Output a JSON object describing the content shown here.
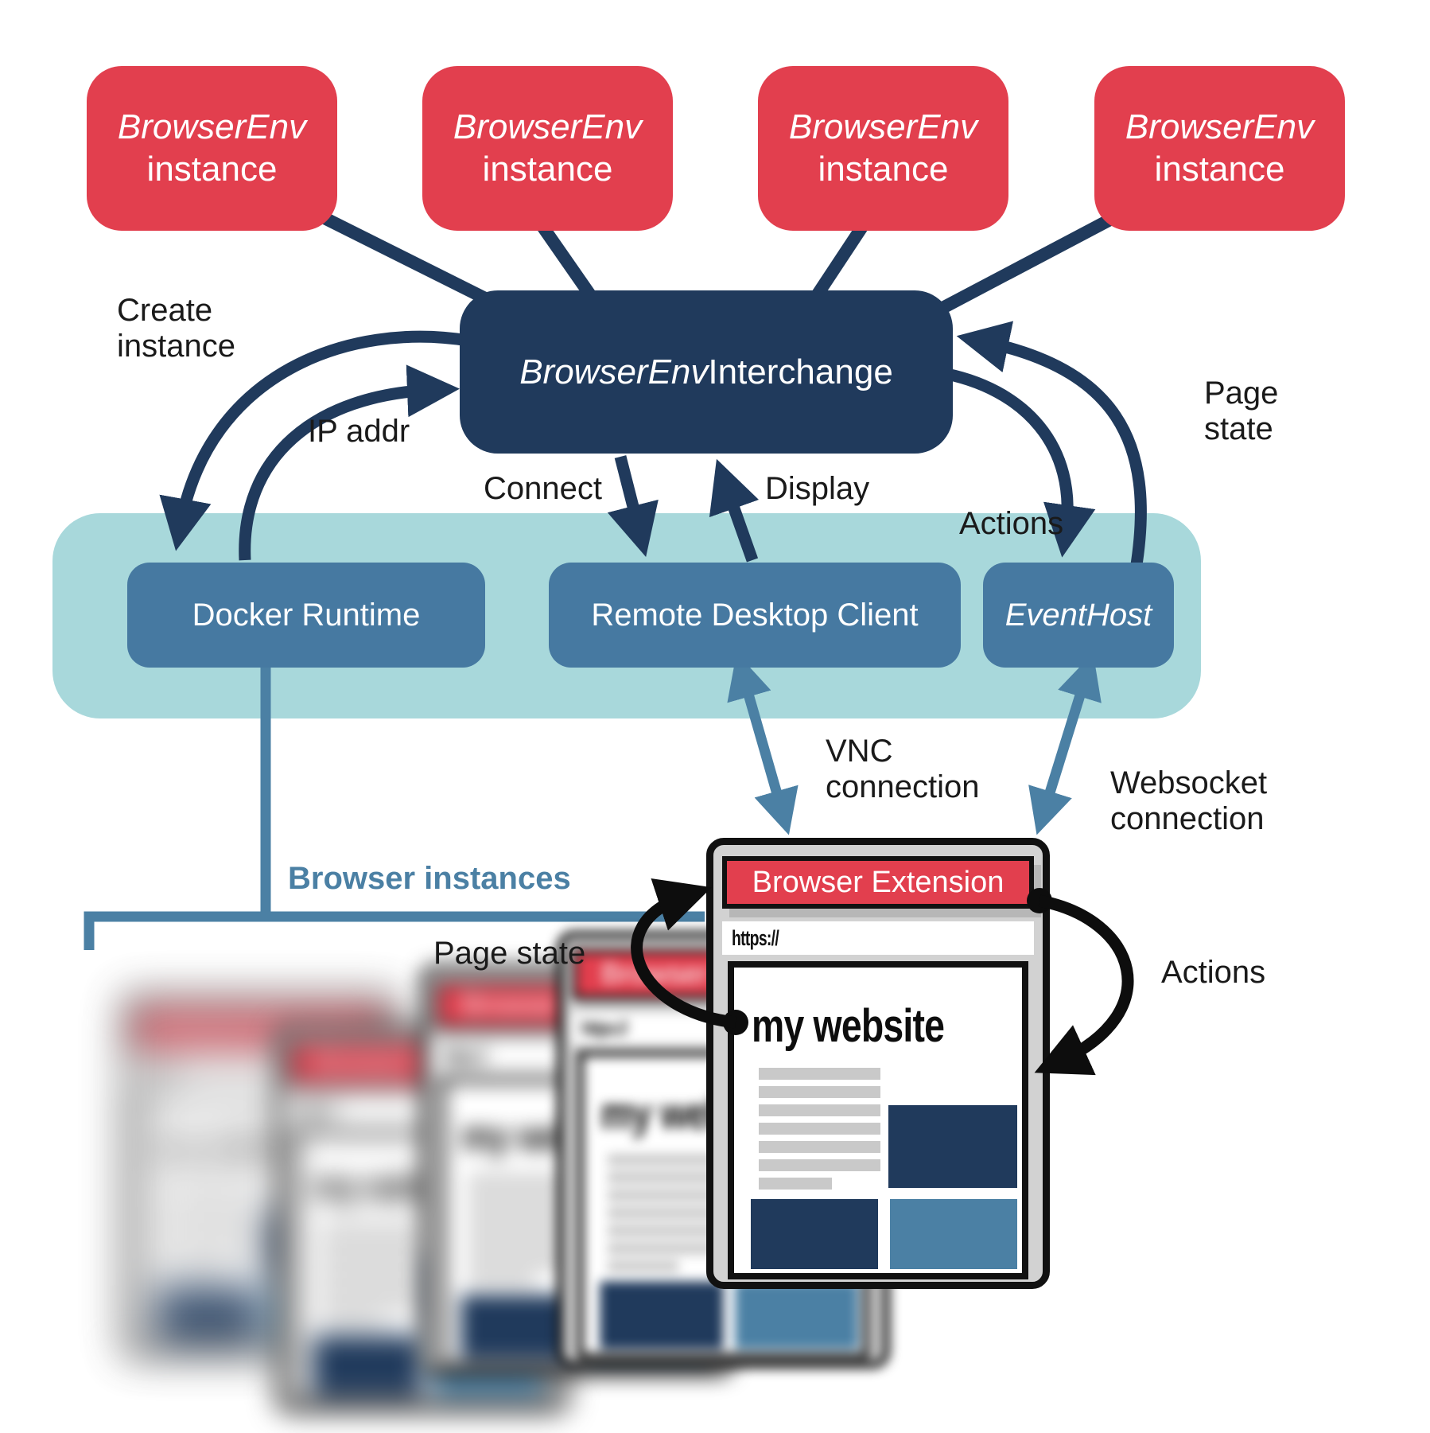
{
  "colors": {
    "red": "#E23F4E",
    "navy": "#203A5C",
    "box_blue": "#4679A1",
    "teal": "#A8D8DB",
    "steel_blue": "#4B80A4",
    "chrome_gray": "#D2D2D2",
    "line_gray": "#C9C9C9",
    "black": "#111111"
  },
  "instance_box": {
    "title_italic": "BrowserEnv",
    "subtitle": "instance"
  },
  "interchange": {
    "title_italic": "BrowserEnv",
    "title_regular": " Interchange"
  },
  "runtime_band": {
    "docker": "Docker Runtime",
    "remote_desktop": "Remote Desktop Client",
    "eventhost": "EventHost"
  },
  "labels": {
    "create_instance": "Create\ninstance",
    "ip_addr": "IP addr",
    "connect": "Connect",
    "display": "Display",
    "actions_top": "Actions",
    "page_state_top": "Page\nstate",
    "vnc": "VNC\nconnection",
    "websocket": "Websocket\nconnection",
    "browser_instances": "Browser instances",
    "page_state_bottom": "Page state",
    "actions_bottom": "Actions"
  },
  "browser_window": {
    "extension_label": "Browser Extension",
    "url": "https://",
    "heading": "my website"
  }
}
